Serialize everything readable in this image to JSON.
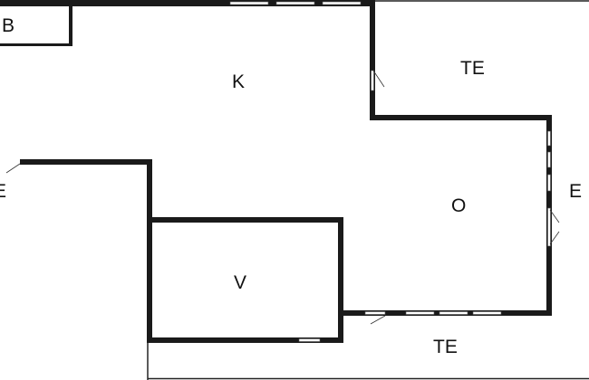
{
  "rooms": [
    {
      "id": "b",
      "label": "B"
    },
    {
      "id": "k",
      "label": "K"
    },
    {
      "id": "te-top",
      "label": "TE"
    },
    {
      "id": "e-left",
      "label": "E"
    },
    {
      "id": "e-right",
      "label": "E"
    },
    {
      "id": "o",
      "label": "O"
    },
    {
      "id": "v",
      "label": "V"
    },
    {
      "id": "te-bottom",
      "label": "TE"
    }
  ]
}
